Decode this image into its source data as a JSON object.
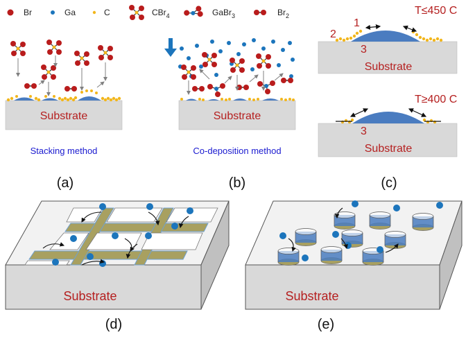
{
  "legend": {
    "br": "Br",
    "ga": "Ga",
    "c": "C",
    "cbr4": "CBr",
    "cbr4_sub": "4",
    "gabr3": "GaBr",
    "gabr3_sub": "3",
    "br2": "Br",
    "br2_sub": "2"
  },
  "panel_a": {
    "substrate": "Substrate",
    "method": "Stacking method",
    "label": "(a)"
  },
  "panel_b": {
    "substrate": "Substrate",
    "method": "Co-deposition method",
    "label": "(b)"
  },
  "panel_c": {
    "top_temp": "T≤450 C",
    "bottom_temp": "T≥400 C",
    "num1": "1",
    "num2": "2",
    "num3_top": "3",
    "num3_bottom": "3",
    "substrate_top": "Substrate",
    "substrate_bottom": "Substrate",
    "label": "(c)"
  },
  "panel_d": {
    "substrate": "Substrate",
    "label": "(d)"
  },
  "panel_e": {
    "substrate": "Substrate",
    "label": "(e)"
  },
  "colors": {
    "br": "#b91c1c",
    "ga": "#1c75bc",
    "c": "#f2b61c",
    "substrate": "#d9d9d9",
    "droplet": "#4a7cc0",
    "stripe": "#a8a060",
    "arrow": "#777777"
  }
}
